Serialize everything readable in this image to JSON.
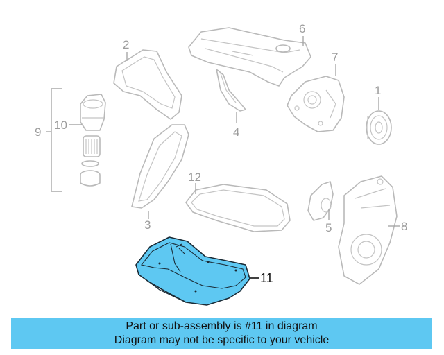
{
  "callouts": {
    "c1": "1",
    "c2": "2",
    "c3": "3",
    "c4": "4",
    "c5": "5",
    "c6": "6",
    "c7": "7",
    "c8": "8",
    "c9": "9",
    "c10": "10",
    "c11": "11",
    "c12": "12"
  },
  "highlighted_part": "11",
  "banner": {
    "line1": "Part or sub-assembly is #11 in diagram",
    "line2": "Diagram may not be specific to your vehicle"
  },
  "colors": {
    "highlight": "#5ec8f2",
    "banner": "#5ec8f2",
    "line_art": "#b9b9b9",
    "active_text": "#111111"
  }
}
